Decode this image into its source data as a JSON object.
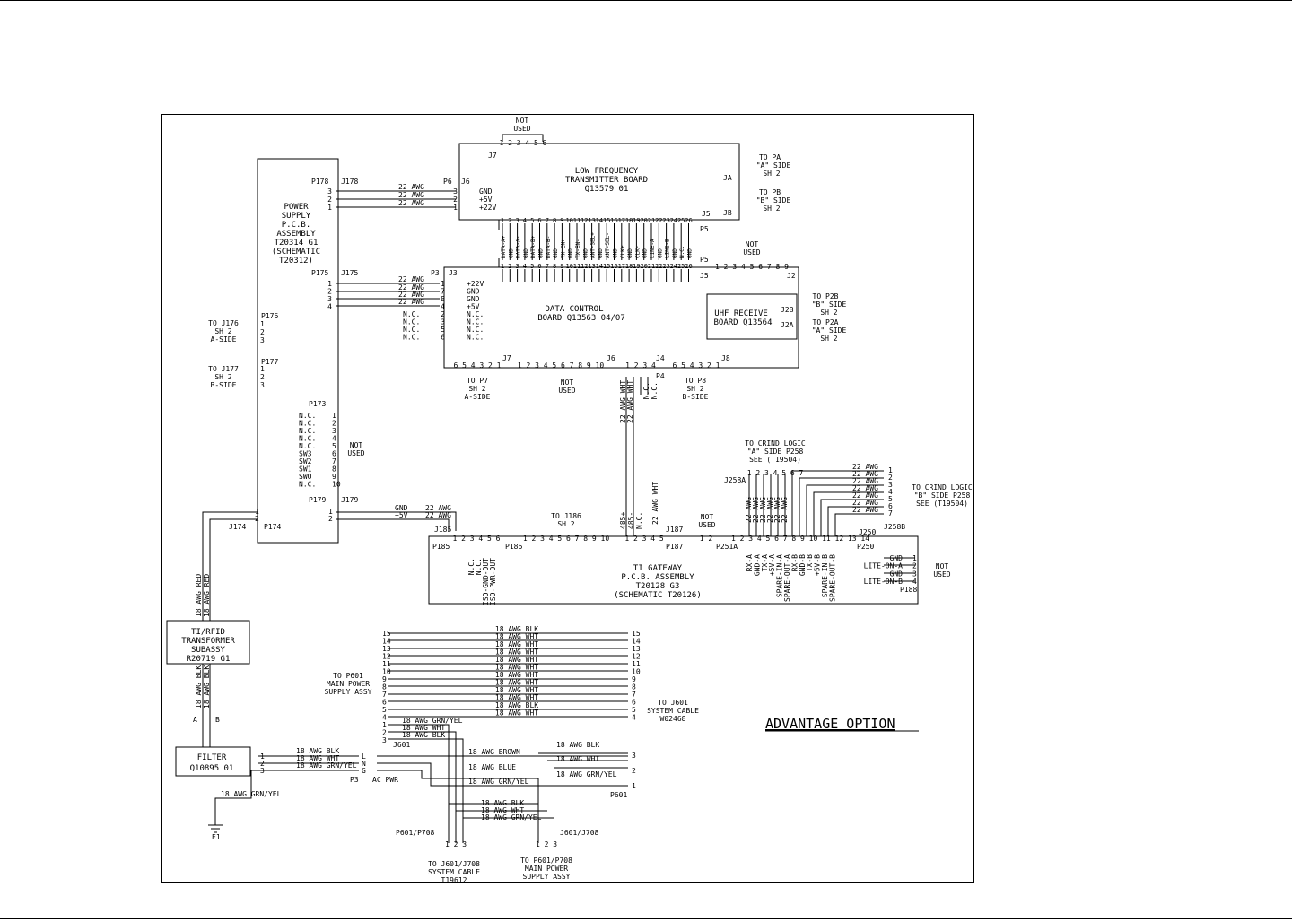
{
  "boards": {
    "lf_transmitter": [
      "LOW FREQUENCY",
      "TRANSMITTER BOARD",
      "Q13579 01"
    ],
    "data_control": [
      "DATA CONTROL",
      "BOARD Q13563 04/07"
    ],
    "uhf_receive": [
      "UHF RECEIVE",
      "BOARD Q13564"
    ],
    "power_supply": [
      "POWER",
      "SUPPLY",
      "P.C.B.",
      "ASSEMBLY",
      "T20314 G1",
      "(SCHEMATIC",
      "T20312)"
    ],
    "ti_gateway": [
      "TI GATEWAY",
      "P.C.B. ASSEMBLY",
      "T20128 G3",
      "(SCHEMATIC T20126)"
    ],
    "transformer": [
      "TI/RFID",
      "TRANSFORMER",
      "SUBASSY",
      "R20719 G1"
    ],
    "filter": [
      "FILTER",
      "Q10895 01"
    ]
  },
  "connectors": {
    "p178": "P178",
    "j178": "J178",
    "p6": "P6",
    "j6": "J6",
    "p175": "P175",
    "j175": "J175",
    "p3": "P3",
    "j3": "J3",
    "p176": "P176",
    "p177": "P177",
    "p173": "P173",
    "p179": "P179",
    "j179": "J179",
    "j174": "J174",
    "p174": "P174",
    "j7": "J7",
    "ja": "JA",
    "jb": "JB",
    "j5": "J5",
    "p5": "P5",
    "j2": "J2",
    "j2b": "J2B",
    "j2a": "J2A",
    "j4": "J4",
    "p4": "P4",
    "j8": "J8",
    "j185": "J185",
    "p185": "P185",
    "p186": "P186",
    "j187": "J187",
    "p187": "P187",
    "p251a": "P251A",
    "j258a": "J258A",
    "j250": "J250",
    "p250": "P250",
    "j258b": "J258B",
    "p188": "P188",
    "j601": "J601",
    "p601": "P601",
    "p3_ac": "P3",
    "e1": "E1",
    "p601_p708": "P601/P708",
    "j601_j708": "J601/J708"
  },
  "labels": {
    "not_used": [
      "NOT",
      "USED"
    ],
    "to_pa": [
      "TO PA",
      "\"A\" SIDE",
      "SH 2"
    ],
    "to_pb": [
      "TO PB",
      "\"B\" SIDE",
      "SH 2"
    ],
    "to_j176": [
      "TO J176",
      "SH 2",
      "A-SIDE"
    ],
    "to_j177": [
      "TO J177",
      "SH 2",
      "B-SIDE"
    ],
    "to_p7": [
      "TO P7",
      "SH 2",
      "A-SIDE"
    ],
    "to_p8": [
      "TO P8",
      "SH 2",
      "B-SIDE"
    ],
    "to_p2b": [
      "TO P2B",
      "\"B\" SIDE",
      "SH 2"
    ],
    "to_p2a": [
      "TO P2A",
      "\"A\" SIDE",
      "SH 2"
    ],
    "to_j186": [
      "TO J186",
      "SH 2"
    ],
    "to_crind_a": [
      "TO CRIND LOGIC",
      "\"A\" SIDE P258",
      "SEE (T19504)"
    ],
    "to_crind_b": [
      "TO CRIND LOGIC",
      "\"B\" SIDE P258",
      "SEE (T19504)"
    ],
    "to_p601": [
      "TO P601",
      "MAIN POWER",
      "SUPPLY ASSY"
    ],
    "to_j601": [
      "TO J601",
      "SYSTEM CABLE",
      "W02468"
    ],
    "to_j601_j708": [
      "TO J601/J708",
      "SYSTEM CABLE",
      "T19612"
    ],
    "to_p601_p708": [
      "TO P601/P708",
      "MAIN POWER",
      "SUPPLY ASSY"
    ],
    "ac_pwr": "AC PWR",
    "title": "ADVANTAGE OPTION"
  },
  "signals": {
    "j6": [
      "GND",
      "+5V",
      "+22V"
    ],
    "j3": [
      "+22V",
      "GND",
      "GND",
      "+5V",
      "N.C.",
      "N.C.",
      "N.C.",
      "N.C."
    ],
    "j3_left_nc": [
      "N.C.",
      "N.C.",
      "N.C.",
      "N.C."
    ],
    "j3_pins": [
      "1",
      "7",
      "8",
      "4",
      "2",
      "3",
      "5",
      "6"
    ],
    "p173": [
      "N.C.",
      "N.C.",
      "N.C.",
      "N.C.",
      "N.C.",
      "SW3",
      "SW2",
      "SW1",
      "SWO",
      "N.C."
    ],
    "p173_pins": [
      "1",
      "2",
      "3",
      "4",
      "5",
      "6",
      "7",
      "8",
      "9",
      "10"
    ],
    "j179": [
      "GND",
      "+5V"
    ],
    "j5_bus": [
      "DATA-A+",
      "GND",
      "DATA-A-",
      "GND",
      "DATA-B+",
      "GND",
      "DATA-B-",
      "GND",
      "TX-EN+",
      "GND",
      "TX-EN-",
      "GND",
      "ANT-SEL+",
      "GND",
      "ANT-SEL-",
      "GND",
      "CLK+",
      "GND",
      "CLK-",
      "GND",
      "LINE-A",
      "GND",
      "LINE-B",
      "GND",
      "N.C.",
      "GND"
    ],
    "j185_sig": [
      "N.C.",
      "N.C.",
      "ISO-GND-OUT",
      "ISO-PWR-OUT"
    ],
    "j187_sig": [
      "485+",
      "485-",
      "N.C."
    ],
    "j250_sig": [
      "RX-A",
      "GND-A",
      "TX-A",
      "+5V-A",
      "SPARE-IN-A",
      "SPARE-OUT-A",
      "RX-B",
      "GND-B",
      "TX-B",
      "+5V-B",
      "SPARE-IN-B",
      "SPARE-OUT-B"
    ],
    "p188": [
      "GND",
      "LITE-ON-A",
      "GND",
      "LITE-ON-B"
    ],
    "j4": [
      "N.C.",
      "N.C."
    ],
    "ac": [
      "L",
      "N",
      "G"
    ],
    "transformer_pins": [
      "A",
      "B"
    ]
  },
  "wires": {
    "awg22": "22 AWG",
    "awg22_wht": "22 AWG WHT",
    "awg18_red": "18 AWG RED",
    "awg18_blk": "18 AWG BLK",
    "awg18_wht": "18 AWG WHT",
    "awg18_grn": "18 AWG GRN/YEL",
    "awg18_brown": "18 AWG BROWN",
    "awg18_blue": "18 AWG BLUE",
    "j601_colors": [
      "18 AWG BLK",
      "18 AWG WHT",
      "18 AWG WHT",
      "18 AWG WHT",
      "18 AWG WHT",
      "18 AWG WHT",
      "18 AWG WHT",
      "18 AWG WHT",
      "18 AWG WHT",
      "18 AWG WHT",
      "18 AWG BLK",
      "18 AWG WHT"
    ]
  },
  "pins": {
    "j7": "1 2 3 4 5 6",
    "j7b": "6 5 4 3 2 1",
    "j6b": "1 2 3 4 5 6 7 8 9 10",
    "j2": "1 2 3 4 5 6 7 8 9",
    "j4": "1 2 3 4",
    "j8": "6 5 4 3 2 1",
    "j185": "1 2 3 4 5 6",
    "p186": "1 2 3 4 5 6 7 8 9 10",
    "j187": "1 2 3 4 5",
    "p251a": "1 2",
    "j258a": "1 2 3 4 5 6 7",
    "j250": "1 2 3 4 5 6 7 8 9 10 11 12 13 14",
    "j601": [
      "15",
      "14",
      "13",
      "12",
      "11",
      "10",
      "9",
      "8",
      "7",
      "6",
      "5",
      "4"
    ],
    "j601_low": [
      "1",
      "2",
      "3"
    ],
    "p601": [
      "3",
      "2",
      "1"
    ],
    "plug3": "1 2 3",
    "j5_top": [
      "1",
      "2",
      "3",
      "4",
      "5",
      "6",
      "7",
      "8",
      "9",
      "10",
      "11",
      "12",
      "13",
      "14",
      "15",
      "16",
      "17",
      "18",
      "19",
      "20",
      "21",
      "22",
      "23",
      "24",
      "25",
      "26"
    ]
  }
}
